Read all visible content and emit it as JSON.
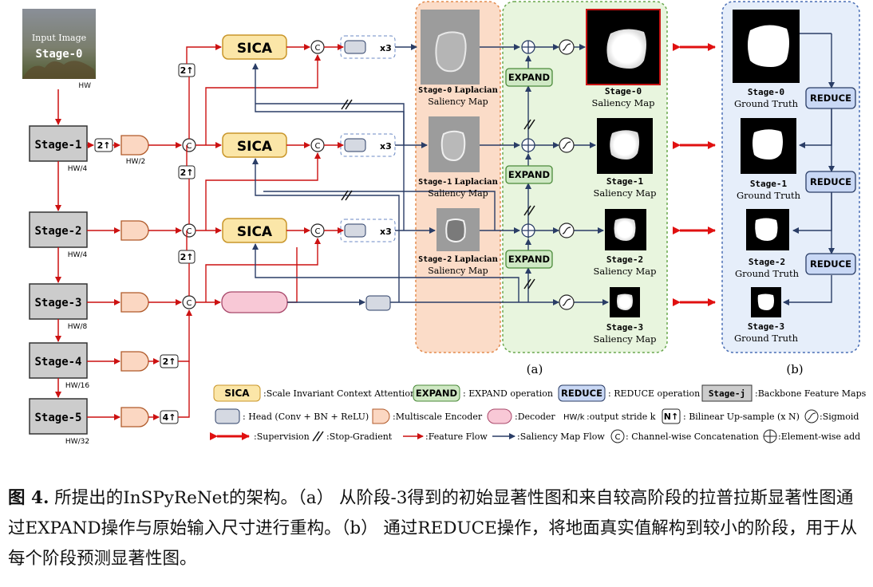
{
  "input_image": {
    "line1": "Input Image",
    "line2": "Stage-0",
    "stride": "HW"
  },
  "backbone": [
    {
      "label": "Stage-1",
      "stride": "HW/4"
    },
    {
      "label": "Stage-2",
      "stride": "HW/4"
    },
    {
      "label": "Stage-3",
      "stride": "HW/8"
    },
    {
      "label": "Stage-4",
      "stride": "HW/16"
    },
    {
      "label": "Stage-5",
      "stride": "HW/32"
    }
  ],
  "encoder_stride_hw2": "HW/2",
  "sica_label": "SICA",
  "concat_symbol": "C",
  "head_repeat": "x3",
  "upsample": {
    "two": "2↑",
    "four": "4↑"
  },
  "expand_label": "EXPAND",
  "reduce_label": "REDUCE",
  "laplacian": [
    {
      "stage": "Stage-0",
      "word": "Laplacian",
      "sub": "Saliency Map"
    },
    {
      "stage": "Stage-1",
      "word": "Laplacian",
      "sub": "Saliency Map"
    },
    {
      "stage": "Stage-2",
      "word": "Laplacian",
      "sub": "Saliency Map"
    }
  ],
  "saliency": [
    {
      "stage": "Stage-0",
      "sub": "Saliency Map"
    },
    {
      "stage": "Stage-1",
      "sub": "Saliency Map"
    },
    {
      "stage": "Stage-2",
      "sub": "Saliency Map"
    },
    {
      "stage": "Stage-3",
      "sub": "Saliency Map"
    }
  ],
  "ground_truth": [
    {
      "stage": "Stage-0",
      "sub": "Ground Truth"
    },
    {
      "stage": "Stage-1",
      "sub": "Ground Truth"
    },
    {
      "stage": "Stage-2",
      "sub": "Ground Truth"
    },
    {
      "stage": "Stage-3",
      "sub": "Ground Truth"
    }
  ],
  "panel_labels": {
    "a": "(a)",
    "b": "(b)"
  },
  "legend": {
    "sica": ":Scale Invariant Context Attention",
    "expand": ": EXPAND operation",
    "reduce": ": REDUCE operation",
    "stagej_box": "Stage-j",
    "stagej": ":Backbone Feature Maps",
    "head": ": Head (Conv + BN + ReLU)",
    "encoder": ":Multiscale Encoder",
    "decoder": ":Decoder",
    "hwk_box": "HW/k",
    "hwk": ":output stride k",
    "nup_box": "N↑",
    "nup": ": Bilinear Up-sample (x N)",
    "sigmoid": ":Sigmoid",
    "supervision": ":Supervision",
    "stopgrad": ":Stop-Gradient",
    "featureflow": ":Feature Flow",
    "salflow": ":Saliency Map Flow",
    "concat": ": Channel-wise Concatenation",
    "add": ":Element-wise add"
  },
  "caption": {
    "label": "图 4.",
    "text": " 所提出的InSPyReNet的架构。（a） 从阶段-3得到的初始显著性图和来自较高阶段的拉普拉斯显著性图通过EXPAND操作与原始输入尺寸进行重构。（b） 通过REDUCE操作，将地面真实值解构到较小的阶段，用于从每个阶段预测显著性图。"
  },
  "colors": {
    "feature_flow": "#cc1111",
    "saliency_flow": "#2a3d66",
    "sica_fill": "#fbe6a8",
    "expand_fill": "#cfe8c4",
    "reduce_fill": "#c9d8f5"
  }
}
